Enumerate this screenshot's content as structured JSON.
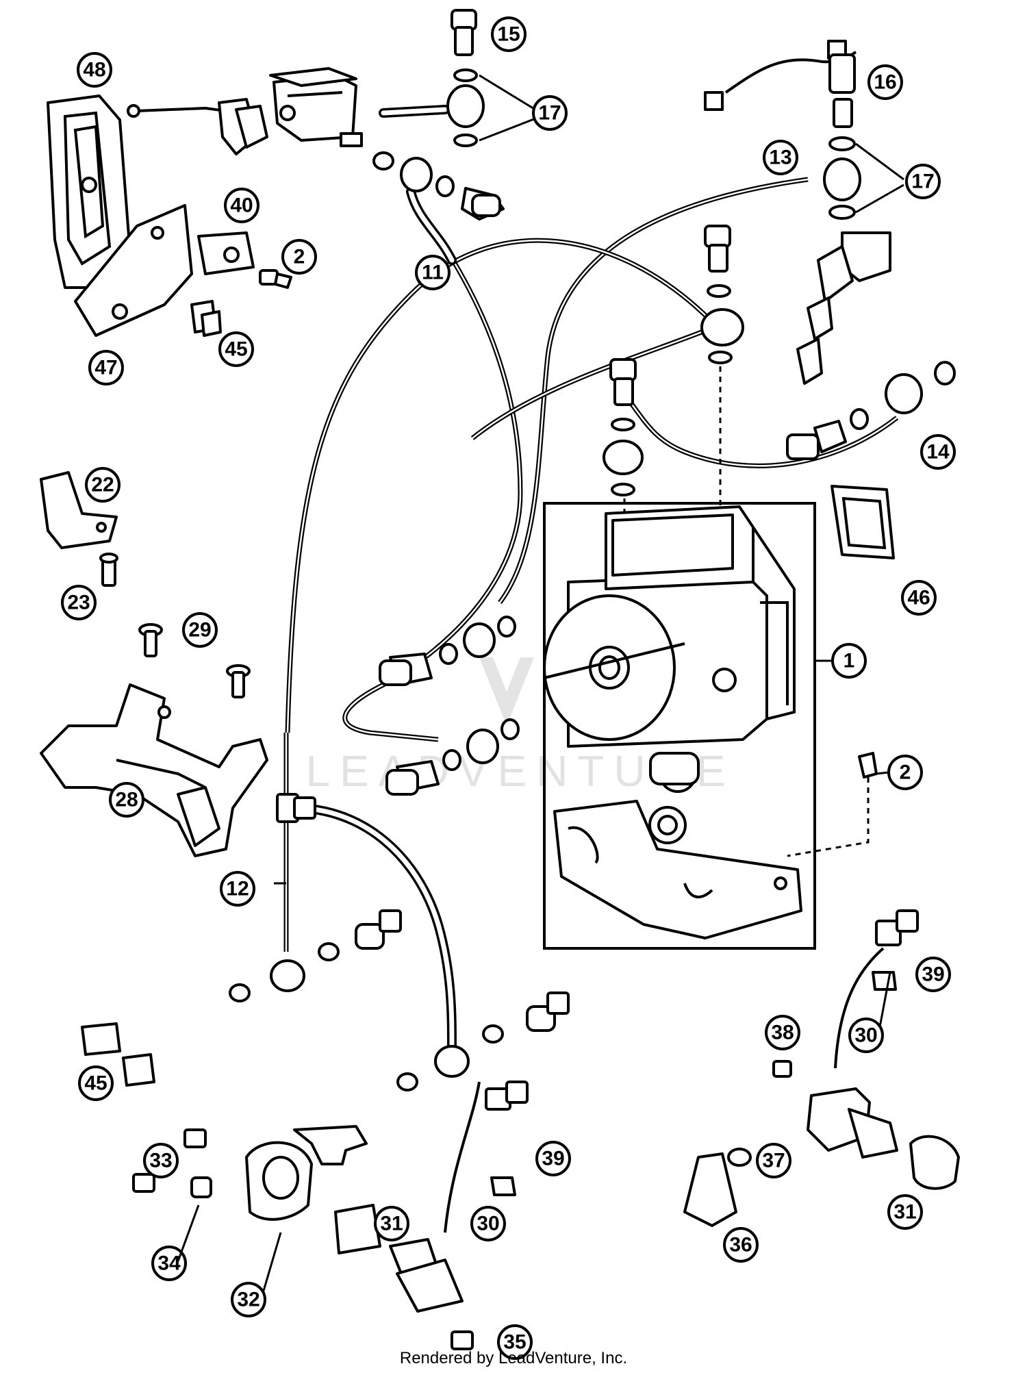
{
  "diagram": {
    "watermark": "LEADVENTURE",
    "footer": "Rendered by LeadVenture, Inc.",
    "callouts": [
      "1",
      "2",
      "11",
      "12",
      "13",
      "14",
      "15",
      "16",
      "17",
      "22",
      "23",
      "28",
      "29",
      "30",
      "31",
      "32",
      "33",
      "34",
      "35",
      "36",
      "37",
      "38",
      "39",
      "40",
      "45",
      "46",
      "47",
      "48"
    ]
  },
  "labels": {
    "c1": "1",
    "c2a": "2",
    "c2b": "2",
    "c11": "11",
    "c12": "12",
    "c13": "13",
    "c14": "14",
    "c15": "15",
    "c16": "16",
    "c17a": "17",
    "c17b": "17",
    "c22": "22",
    "c23": "23",
    "c28": "28",
    "c29": "29",
    "c30a": "30",
    "c30b": "30",
    "c31a": "31",
    "c31b": "31",
    "c32": "32",
    "c33": "33",
    "c34": "34",
    "c35": "35",
    "c36": "36",
    "c37": "37",
    "c38": "38",
    "c39a": "39",
    "c39b": "39",
    "c40": "40",
    "c45a": "45",
    "c45b": "45",
    "c46": "46",
    "c47": "47",
    "c48": "48"
  }
}
